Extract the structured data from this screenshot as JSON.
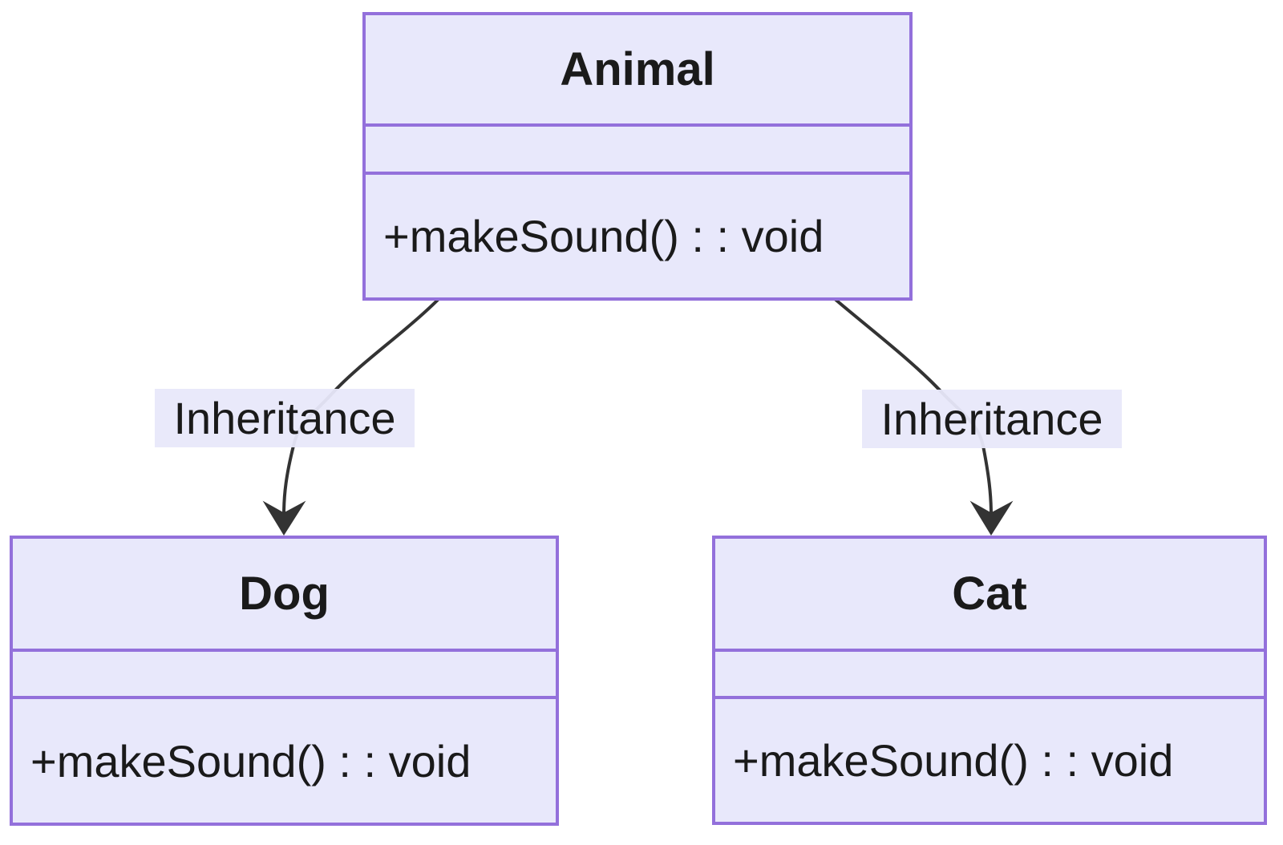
{
  "diagram": {
    "type": "uml-class-diagram",
    "classes": [
      {
        "name": "Animal",
        "attributes": "",
        "method": "+makeSound() : : void"
      },
      {
        "name": "Dog",
        "attributes": "",
        "method": "+makeSound() : : void"
      },
      {
        "name": "Cat",
        "attributes": "",
        "method": "+makeSound() : : void"
      }
    ],
    "edges": [
      {
        "from": "Animal",
        "to": "Dog",
        "label": "Inheritance"
      },
      {
        "from": "Animal",
        "to": "Cat",
        "label": "Inheritance"
      }
    ],
    "colors": {
      "class_fill": "#e8e8fb",
      "class_border": "#9370db",
      "edge_line": "#333333",
      "edge_label_bg": "#e8e8fa",
      "text": "#1a1a1a",
      "background": "#ffffff"
    }
  }
}
